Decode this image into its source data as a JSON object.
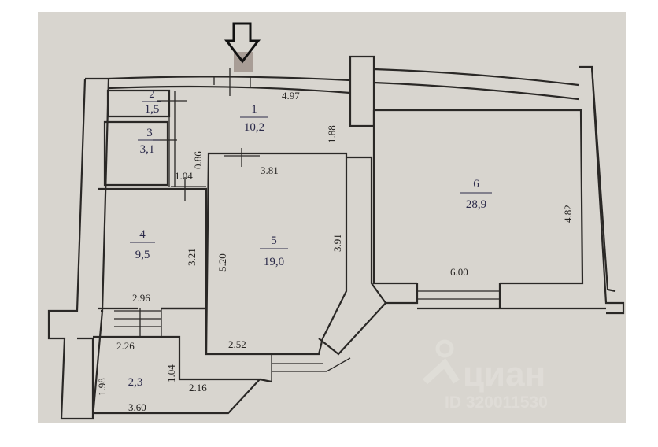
{
  "rooms": [
    {
      "number": "1",
      "area": "10,2"
    },
    {
      "number": "2",
      "area": "1,5"
    },
    {
      "number": "3",
      "area": "3,1"
    },
    {
      "number": "4",
      "area": "9,5"
    },
    {
      "number": "5",
      "area": "19,0"
    },
    {
      "number": "6",
      "area": "28,9"
    },
    {
      "number": "",
      "area": "2,3"
    }
  ],
  "dimensions": [
    "4.97",
    "1.88",
    "0.86",
    "1.04",
    "3.81",
    "3.91",
    "5.20",
    "3.21",
    "2.96",
    "2.26",
    "1.04",
    "2.52",
    "2.16",
    "1.98",
    "3.60",
    "6.00",
    "4.82"
  ],
  "watermark": {
    "brand": "циан",
    "id": "ID 320011530"
  },
  "colors": {
    "paper": "#d8d5cf",
    "ink": "#2a2826",
    "room_label": "#2b2a4a"
  }
}
